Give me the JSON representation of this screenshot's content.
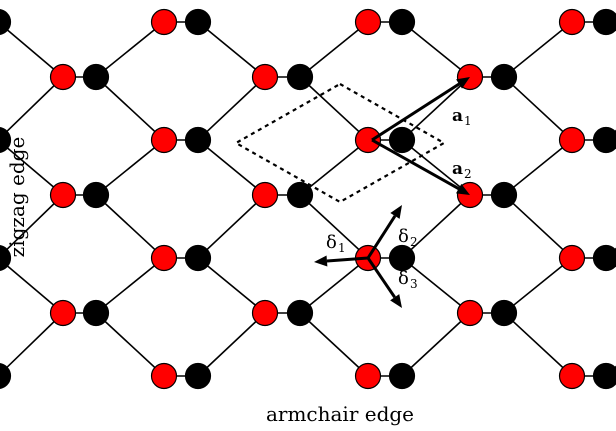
{
  "labels": {
    "bottom_edge": "armchair edge",
    "left_edge": "zigzag edge",
    "a1": "a",
    "a1_sub": "1",
    "a2": "a",
    "a2_sub": "2",
    "d1": "δ",
    "d1_sub": "1",
    "d2": "δ",
    "d2_sub": "2",
    "d3": "δ",
    "d3_sub": "3"
  },
  "colors": {
    "sublattice_A": "#ff0000",
    "sublattice_B": "#000000",
    "bond": "#000000",
    "background": "#ffffff"
  }
}
